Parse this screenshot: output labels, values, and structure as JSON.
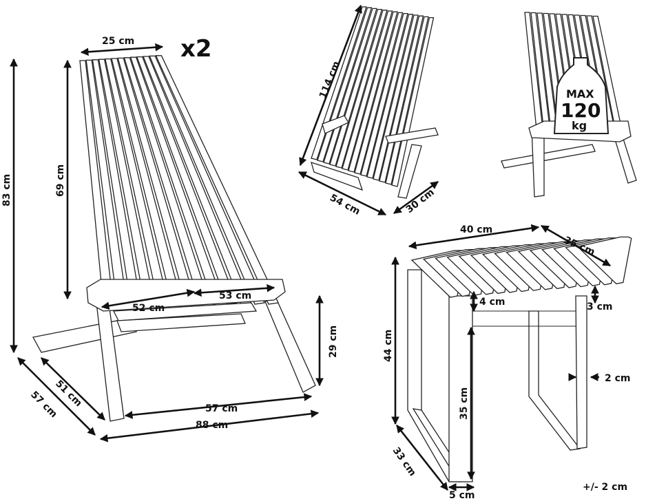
{
  "dimensions": {
    "back_width": "25 cm",
    "quantity": "x2",
    "total_height": "83 cm",
    "back_height": "69 cm",
    "seat_depth": "52 cm",
    "seat_width": "53 cm",
    "seat_height": "29 cm",
    "base_depth_inner": "51 cm",
    "base_depth_outer": "57 cm",
    "leg_span": "57 cm",
    "total_depth": "88 cm",
    "folded_length": "114 cm",
    "folded_width": "54 cm",
    "folded_thickness": "30 cm",
    "table_width": "40 cm",
    "table_depth": "35 cm",
    "table_top_thickness": "4 cm",
    "table_apron": "3 cm",
    "table_height": "44 cm",
    "table_leg_height": "35 cm",
    "table_frame_thickness": "2 cm",
    "table_base_depth": "33 cm",
    "table_leg_width": "5 cm",
    "tolerance": "+/- 2 cm"
  },
  "weight_badge": {
    "line1": "MAX",
    "line2": "120",
    "line3": "kg"
  }
}
